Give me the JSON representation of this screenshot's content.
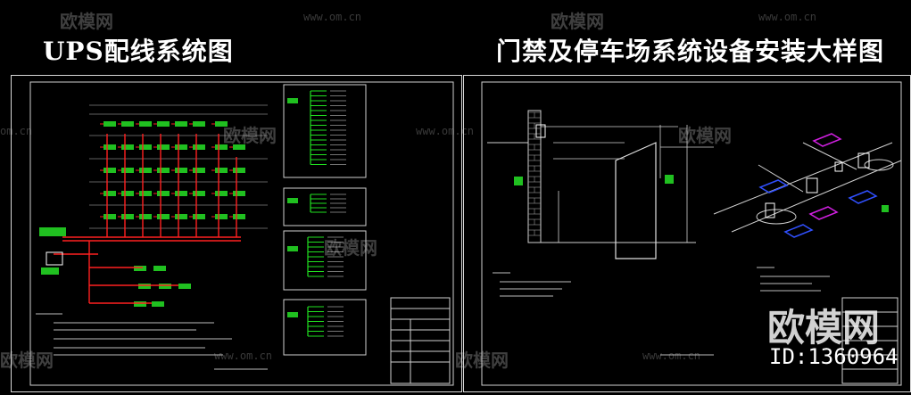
{
  "titles": {
    "left": "UPS配线系统图",
    "right": "门禁及停车场系统设备安装大样图"
  },
  "watermark": {
    "brand": "欧模网",
    "url": "www.om.cn",
    "short_url": "om.cn",
    "id": "ID:1360964"
  },
  "colors": {
    "background": "#000000",
    "frame": "#d8d8d8",
    "wire_red": "#ff2020",
    "wire_green": "#20e020",
    "magenta": "#d020e0",
    "blue": "#3050ff"
  }
}
